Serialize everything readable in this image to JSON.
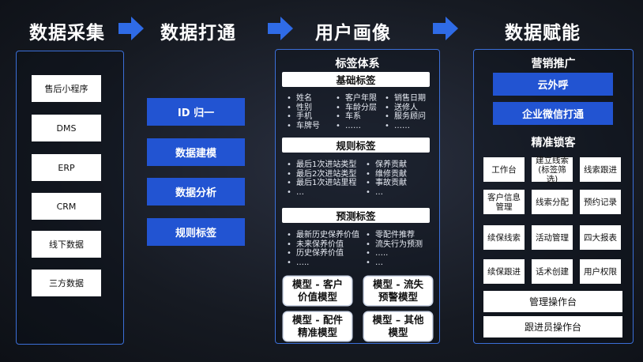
{
  "headings": {
    "collect": "数据采集",
    "connect": "数据打通",
    "portrait": "用户画像",
    "empower": "数据赋能"
  },
  "collect_items": [
    "售后小程序",
    "DMS",
    "ERP",
    "CRM",
    "线下数据",
    "三方数据"
  ],
  "connect_items": [
    "ID 归一",
    "数据建模",
    "数据分析",
    "规则标签"
  ],
  "portrait": {
    "title": "标签体系",
    "basic": {
      "label": "基础标签",
      "col1": [
        "姓名",
        "性别",
        "手机",
        "车牌号"
      ],
      "col2": [
        "客户年限",
        "车龄分层",
        "车系",
        "……"
      ],
      "col3": [
        "销售日期",
        "送修人",
        "服务顾问",
        "……"
      ]
    },
    "rule": {
      "label": "规则标签",
      "col1": [
        "最后1次进站类型",
        "最后2次进站类型",
        "最后1次进站里程",
        "…"
      ],
      "col2": [
        "保养贡献",
        "维修贡献",
        "事故贡献",
        "…"
      ]
    },
    "predict": {
      "label": "预测标签",
      "col1": [
        "最新历史保养价值",
        "未来保养价值",
        "历史保养价值",
        "….."
      ],
      "col2": [
        "零配件推荐",
        "流失行为预测",
        "…..",
        "…"
      ]
    },
    "models": [
      "模型 - 客户价值模型",
      "模型 - 流失预警模型",
      "模型 - 配件精准模型",
      "模型 – 其他模型"
    ],
    "models_lines": [
      [
        "模型 - 客户",
        "价值模型"
      ],
      [
        "模型 - 流失",
        "预警模型"
      ],
      [
        "模型 - 配件",
        "精准模型"
      ],
      [
        "模型 – 其他",
        "模型"
      ]
    ]
  },
  "empower": {
    "marketing_title": "营销推广",
    "marketing_items": [
      "云外呼",
      "企业微信打通"
    ],
    "precision_title": "精准锁客",
    "grid": [
      [
        "工作台",
        "建立线索 (标签筛选)",
        "线索跟进"
      ],
      [
        "客户信息管理",
        "线索分配",
        "预约记录"
      ],
      [
        "续保线索",
        "活动管理",
        "四大报表"
      ],
      [
        "续保跟进",
        "话术创建",
        "用户权限"
      ]
    ],
    "bottom_items": [
      "管理操作台",
      "跟进员操作台"
    ]
  },
  "colors": {
    "accent": "#2254d2",
    "arrow": "#2f6be6",
    "border": "#3b6fd8"
  }
}
